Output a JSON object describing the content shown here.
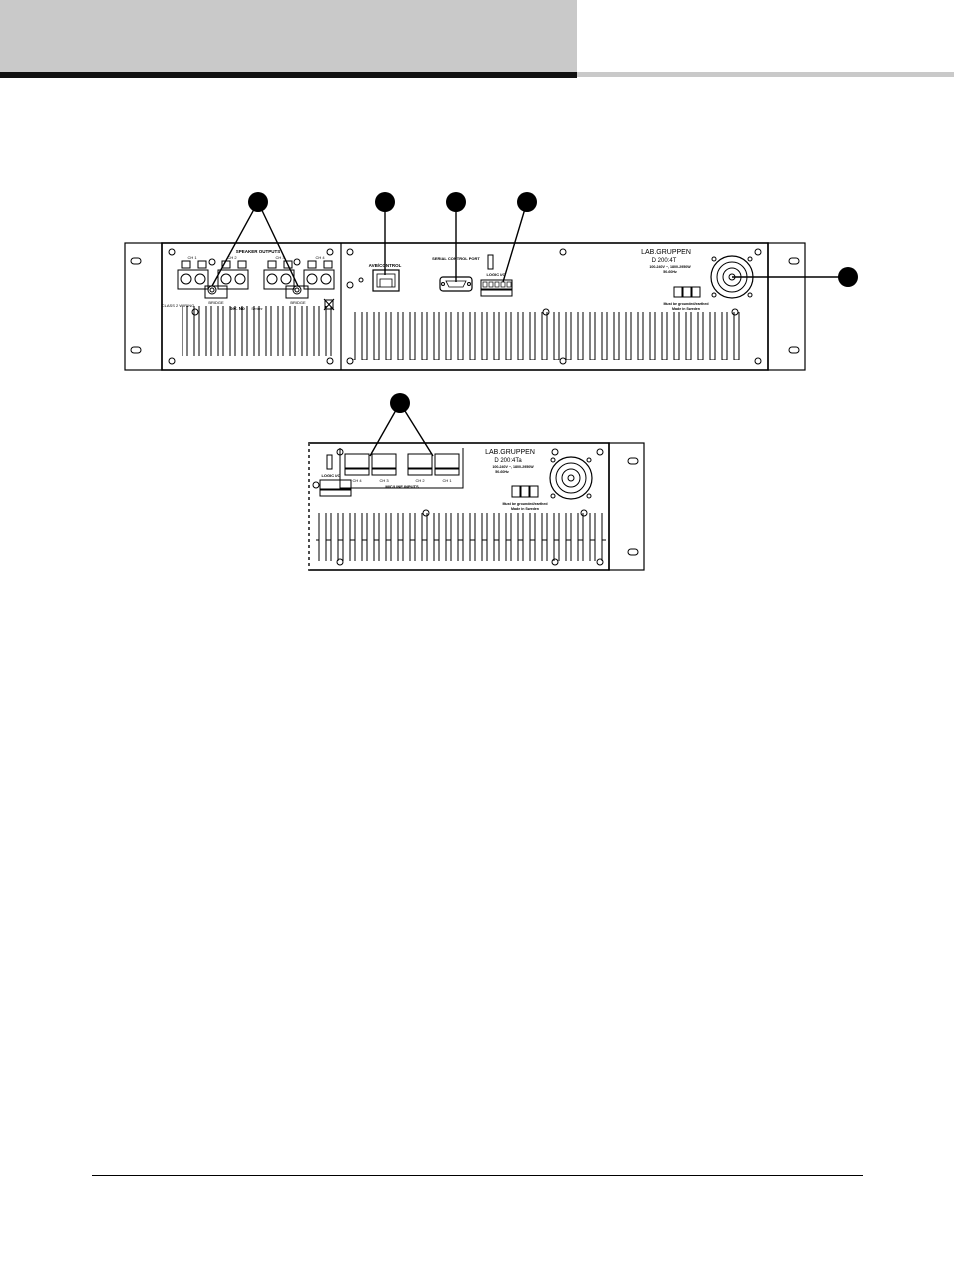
{
  "panel_top": {
    "speaker_outputs": "SPEAKER OUTPUTS",
    "channels": [
      "CH 1",
      "CH 2",
      "CH 3",
      "CH 4"
    ],
    "bridge": "BRIDGE",
    "class2_wiring": "CLASS 2 WIRING",
    "ser_no": "Ser. No",
    "serial_placeholder": "Serienr",
    "avb_control": "AVB/CONTROL",
    "serial_control_port": "SERIAL CONTROL PORT",
    "logic_io": "LOGIC I/O",
    "brand": "LAB.GRUPPEN",
    "model": "D 200:4T",
    "power_rating": "100-240V ~, 1800-2950W",
    "frequency": "50-60Hz",
    "ground_note": "Must be grounded/earthed",
    "made_in": "Made in Sweden"
  },
  "panel_bottom": {
    "logic_io": "LOGIC I/O",
    "channels": [
      "CH 4",
      "CH 3",
      "CH 2",
      "CH 1"
    ],
    "mic_line_inputs": "MIC/LINE INPUTS",
    "brand": "LAB.GRUPPEN",
    "model": "D 200:4Ta",
    "power_rating": "100-240V ~, 1800-2950W",
    "frequency": "50-60Hz",
    "ground_note": "Must be grounded/earthed",
    "made_in": "Made in Sweden"
  },
  "colors": {
    "header_grey": "#c9c9c9",
    "header_dark": "#111111",
    "ink": "#000000"
  }
}
